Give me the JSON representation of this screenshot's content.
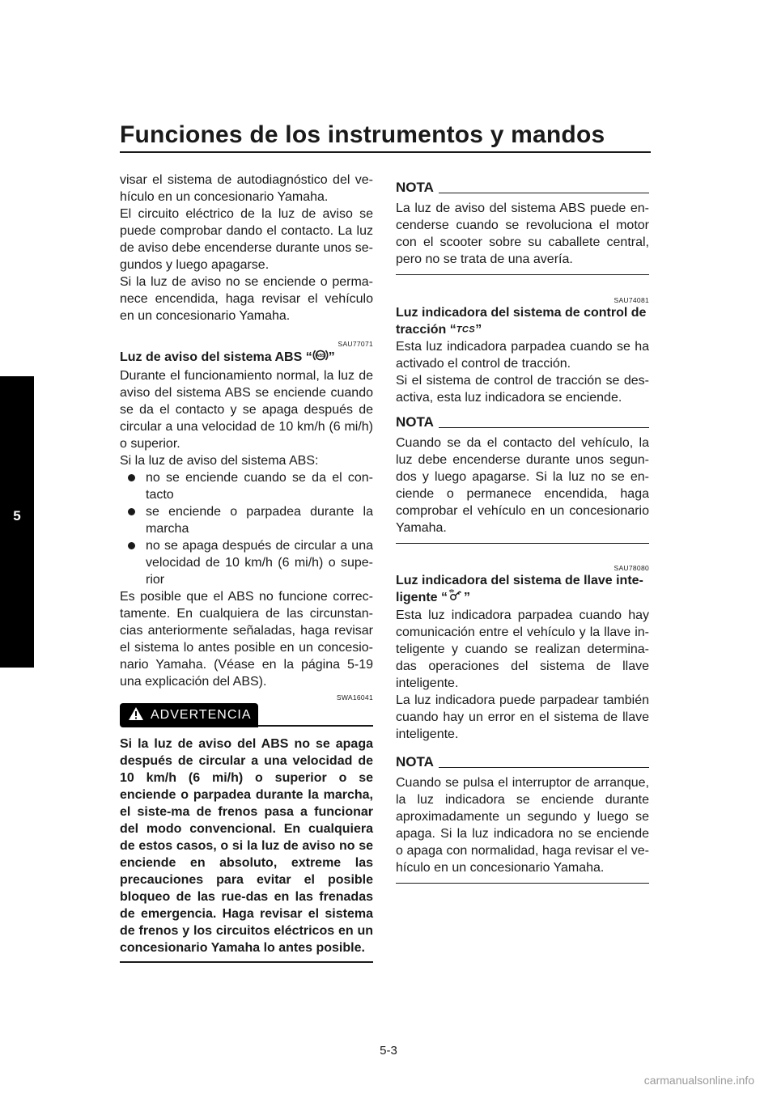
{
  "header": {
    "title": "Funciones de los instrumentos y mandos"
  },
  "chapter": {
    "number": "5"
  },
  "footer": {
    "page": "5-3",
    "watermark": "carmanualsonline.info"
  },
  "left": {
    "p1": "visar el sistema de autodiagnóstico del ve-hículo en un concesionario Yamaha.",
    "p2": "El circuito eléctrico de la luz de aviso se puede comprobar dando el contacto. La luz de aviso debe encenderse durante unos se-gundos y luego apagarse.",
    "p3": "Si la luz de aviso no se enciende o perma-nece encendida, haga revisar el vehículo en un concesionario Yamaha.",
    "abs": {
      "code": "SAU77071",
      "heading_pre": "Luz de aviso del sistema ABS “",
      "heading_post": "”",
      "icon": "abs-icon",
      "p1": "Durante el funcionamiento normal, la luz de aviso del sistema ABS se enciende cuando se da el contacto y se apaga después de circular a una velocidad de 10 km/h (6 mi/h) o superior.",
      "p2": "Si la luz de aviso del sistema ABS:",
      "bullets": [
        "no se enciende cuando se da el con-tacto",
        "se enciende o parpadea durante la marcha",
        "no se apaga después de circular a una velocidad de 10 km/h (6 mi/h) o supe-rior"
      ],
      "p3": "Es posible que el ABS no funcione correc-tamente. En cualquiera de las circunstan-cias anteriormente señaladas, haga revisar el sistema lo antes posible en un concesio-nario Yamaha. (Véase en la página 5-19 una explicación del ABS)."
    },
    "warning": {
      "code": "SWA16041",
      "label": "ADVERTENCIA",
      "icon": "warning-triangle-icon",
      "text": "Si la luz de aviso del ABS no se apaga después de circular a una velocidad de 10 km/h (6 mi/h) o superior o se enciende o parpadea durante la marcha, el siste-ma de frenos pasa a funcionar del modo convencional. En cualquiera de estos casos, o si la luz de aviso no se enciende en absoluto, extreme las precauciones para evitar el posible bloqueo de las rue-das en las frenadas de emergencia. Haga revisar el sistema de frenos y los circuitos eléctricos en un concesionario Yamaha lo antes posible."
    }
  },
  "right": {
    "nota1": {
      "label": "NOTA",
      "text": "La luz de aviso del sistema ABS puede en-cenderse cuando se revoluciona el motor con el scooter sobre su caballete central, pero no se trata de una avería."
    },
    "tcs": {
      "code": "SAU74081",
      "heading_line1": "Luz indicadora del sistema de control de",
      "heading_pre": "tracción “",
      "heading_post": "”",
      "icon_text": "TCS",
      "p1": "Esta luz indicadora parpadea cuando se ha activado el control de tracción.",
      "p2": "Si el sistema de control de tracción se des-activa, esta luz indicadora se enciende."
    },
    "nota2": {
      "label": "NOTA",
      "text": "Cuando se da el contacto del vehículo, la luz debe encenderse durante unos segun-dos y luego apagarse. Si la luz no se en-ciende o permanece encendida, haga comprobar el vehículo en un concesionario Yamaha."
    },
    "smartkey": {
      "code": "SAU78080",
      "heading_line1": "Luz indicadora del sistema de llave inte-",
      "heading_pre": "ligente “",
      "heading_post": "”",
      "icon": "smart-key-icon",
      "p1": "Esta luz indicadora parpadea cuando hay comunicación entre el vehículo y la llave in-teligente y cuando se realizan determina-das operaciones del sistema de llave inteligente.",
      "p2": "La luz indicadora puede parpadear también cuando hay un error en el sistema de llave inteligente."
    },
    "nota3": {
      "label": "NOTA",
      "text": "Cuando se pulsa el interruptor de arranque, la luz indicadora se enciende durante aproximadamente un segundo y luego se apaga. Si la luz indicadora no se enciende o apaga con normalidad, haga revisar el ve-hículo en un concesionario Yamaha."
    }
  }
}
